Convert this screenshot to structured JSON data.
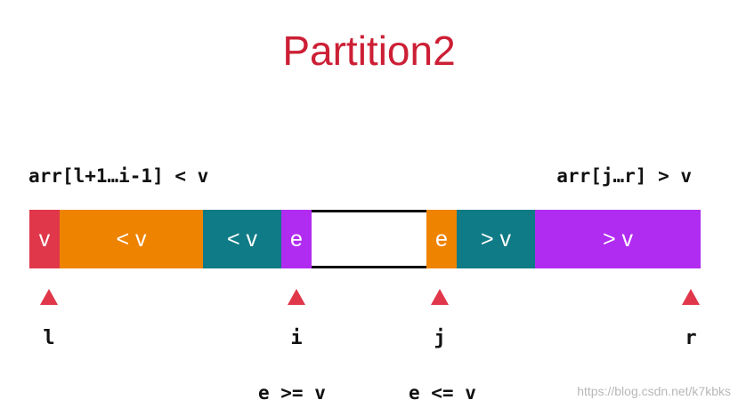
{
  "title": "Partition2",
  "ranges": {
    "left": "arr[l+1…i-1] < v",
    "right": "arr[j…r] > v"
  },
  "segments": [
    {
      "label": "v",
      "color": "#e0374a"
    },
    {
      "label": "< v",
      "color": "#ee8300"
    },
    {
      "label": "< v",
      "color": "#0f7b86"
    },
    {
      "label": "e",
      "color": "#b02cf0"
    },
    {
      "label": "",
      "color": "#ffffff"
    },
    {
      "label": "e",
      "color": "#ee8300"
    },
    {
      "label": "> v",
      "color": "#0f7b86"
    },
    {
      "label": "> v",
      "color": "#b02cf0"
    }
  ],
  "markers": {
    "l": "l",
    "i": "i",
    "j": "j",
    "r": "r"
  },
  "conditions": {
    "i": "e >= v",
    "j": "e <= v"
  },
  "watermark": "https://blog.csdn.net/k7kbks"
}
